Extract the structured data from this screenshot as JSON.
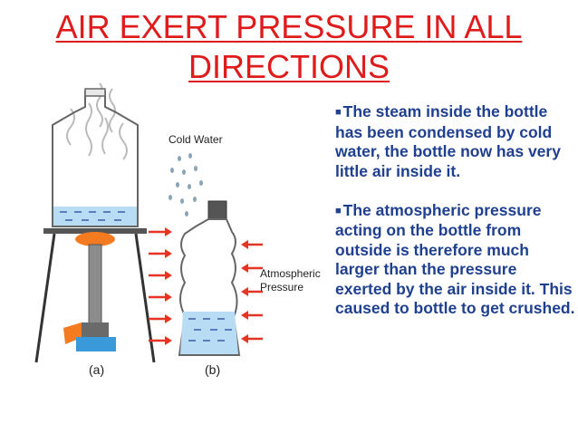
{
  "title_line1": "AIR EXERT PRESSURE IN ALL",
  "title_line2": "DIRECTIONS",
  "bullets": [
    "The steam inside the bottle has been  condensed by cold water, the bottle now has very little air inside it.",
    "The atmospheric pressure acting on the bottle from outside is therefore much larger than the pressure exerted by the air inside it. This caused to bottle to get crushed."
  ],
  "diagram": {
    "cold_water_label": "Cold Water",
    "atmospheric_label_line1": "Atmospheric",
    "atmospheric_label_line2": "Pressure",
    "caption_a": "(a)",
    "caption_b": "(b)"
  },
  "colors": {
    "title": "#e01b1b",
    "text": "#1f3f8f",
    "water": "#b8dcf4",
    "arrow": "#e63323",
    "flame": "#f47b20"
  }
}
